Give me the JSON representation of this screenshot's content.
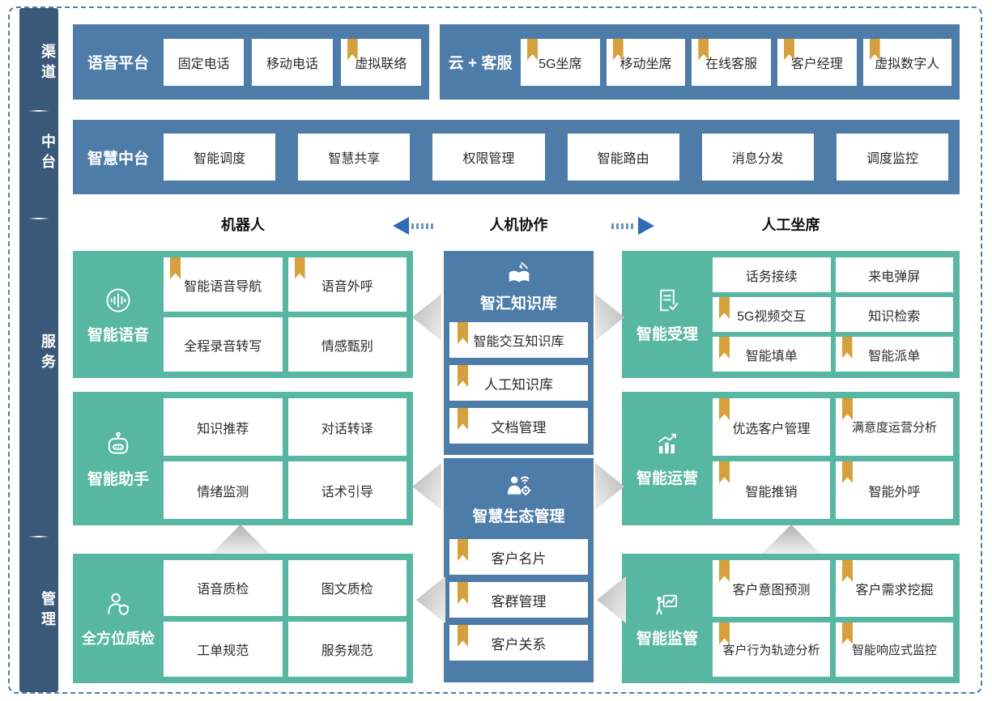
{
  "palette": {
    "sidebar_navy": "#3a5878",
    "panel_blue": "#4e7ca9",
    "panel_green": "#58b7a3",
    "ribbon_gold": "#d6a13d",
    "arrow_blue": "#2f6cb3"
  },
  "sidebar": {
    "items": [
      {
        "label": "渠道"
      },
      {
        "label": "中台"
      },
      {
        "label": "服务"
      },
      {
        "label": "管理"
      }
    ]
  },
  "channel": {
    "voice_platform": {
      "label": "语音平台",
      "items": [
        {
          "label": "固定电话",
          "bookmark": false
        },
        {
          "label": "移动电话",
          "bookmark": false
        },
        {
          "label": "虚拟联络",
          "bookmark": true
        }
      ]
    },
    "cloud_service": {
      "label": "云 + 客服",
      "items": [
        {
          "label": "5G坐席",
          "bookmark": true
        },
        {
          "label": "移动坐席",
          "bookmark": true
        },
        {
          "label": "在线客服",
          "bookmark": true
        },
        {
          "label": "客户经理",
          "bookmark": true
        },
        {
          "label": "虚拟数字人",
          "bookmark": true
        }
      ]
    }
  },
  "midplatform": {
    "label": "智慧中台",
    "items": [
      {
        "label": "智能调度",
        "bookmark": false
      },
      {
        "label": "智慧共享",
        "bookmark": false
      },
      {
        "label": "权限管理",
        "bookmark": false
      },
      {
        "label": "智能路由",
        "bookmark": false
      },
      {
        "label": "消息分发",
        "bookmark": false
      },
      {
        "label": "调度监控",
        "bookmark": false
      }
    ]
  },
  "collab": {
    "left": "机器人",
    "center": "人机协作",
    "right": "人工坐席"
  },
  "blocks": {
    "voice_ai": {
      "title": "智能语音",
      "icon": "voice-wave-icon",
      "items": [
        {
          "label": "智能语音导航",
          "bookmark": true
        },
        {
          "label": "语音外呼",
          "bookmark": true
        },
        {
          "label": "全程录音转写",
          "bookmark": false
        },
        {
          "label": "情感甄别",
          "bookmark": false
        }
      ]
    },
    "assistant": {
      "title": "智能助手",
      "icon": "robot-icon",
      "items": [
        {
          "label": "知识推荐",
          "bookmark": false
        },
        {
          "label": "对话转译",
          "bookmark": false
        },
        {
          "label": "情绪监测",
          "bookmark": false
        },
        {
          "label": "话术引导",
          "bookmark": false
        }
      ]
    },
    "quality": {
      "title": "全方位质检",
      "icon": "inspector-icon",
      "items": [
        {
          "label": "语音质检",
          "bookmark": false
        },
        {
          "label": "图文质检",
          "bookmark": false
        },
        {
          "label": "工单规范",
          "bookmark": false
        },
        {
          "label": "服务规范",
          "bookmark": false
        }
      ]
    },
    "knowledge": {
      "title": "智汇知识库",
      "icon": "book-pen-icon",
      "items": [
        {
          "label": "智能交互知识库",
          "bookmark": true
        },
        {
          "label": "人工知识库",
          "bookmark": true
        },
        {
          "label": "文档管理",
          "bookmark": true
        }
      ]
    },
    "ecosystem": {
      "title": "智慧生态管理",
      "icon": "person-network-icon",
      "items": [
        {
          "label": "客户名片",
          "bookmark": true
        },
        {
          "label": "客群管理",
          "bookmark": true
        },
        {
          "label": "客户关系",
          "bookmark": true
        }
      ]
    },
    "acceptance": {
      "title": "智能受理",
      "icon": "doc-check-icon",
      "items": [
        {
          "label": "话务接续",
          "bookmark": false
        },
        {
          "label": "来电弹屏",
          "bookmark": false
        },
        {
          "label": "5G视频交互",
          "bookmark": true
        },
        {
          "label": "知识检索",
          "bookmark": false
        },
        {
          "label": "智能填单",
          "bookmark": true
        },
        {
          "label": "智能派单",
          "bookmark": true
        }
      ]
    },
    "operation": {
      "title": "智能运营",
      "icon": "chart-up-icon",
      "items": [
        {
          "label": "优选客户管理",
          "bookmark": true
        },
        {
          "label": "满意度运营分析",
          "bookmark": true
        },
        {
          "label": "智能推销",
          "bookmark": true
        },
        {
          "label": "智能外呼",
          "bookmark": true
        }
      ]
    },
    "supervision": {
      "title": "智能监管",
      "icon": "presenter-icon",
      "items": [
        {
          "label": "客户意图预测",
          "bookmark": true
        },
        {
          "label": "客户需求挖掘",
          "bookmark": true
        },
        {
          "label": "客户行为轨迹分析",
          "bookmark": true
        },
        {
          "label": "智能响应式监控",
          "bookmark": true
        }
      ]
    }
  }
}
